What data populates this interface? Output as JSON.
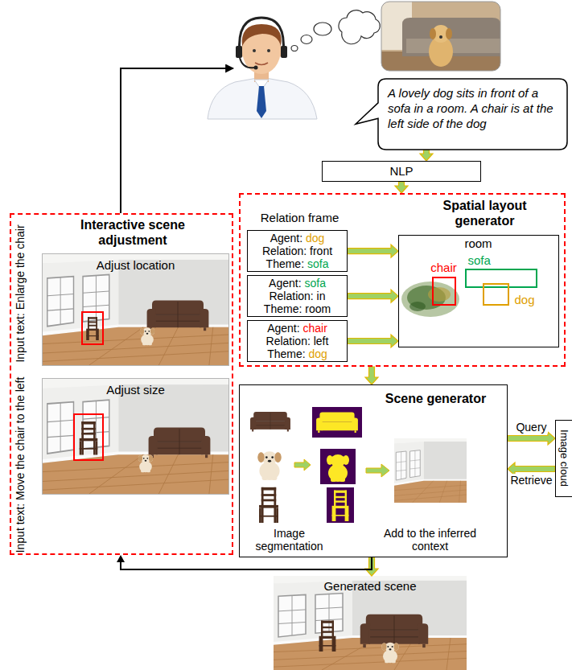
{
  "diagram": {
    "nodes": [
      {
        "text": [
          "A lovely dog sits in front of a sofa in a room. A chair is at the left side of the dog"
        ]
      },
      {
        "text": [
          "NLP"
        ]
      },
      {
        "text": [
          "Interactive scene adjustment"
        ]
      },
      {
        "text": [
          "Adjust location"
        ],
        "in": 2
      },
      {
        "text": [
          "Adjust size"
        ],
        "in": 2
      },
      {
        "text": [
          "Relation frame",
          "Spatial layout generator"
        ]
      },
      {
        "text": [
          "Agent:",
          "dog",
          "Relation: front",
          "Theme:",
          "sofa"
        ],
        "in": 5
      },
      {
        "text": [
          "Agent:",
          "sofa",
          "Relation: in",
          "Theme:",
          "room"
        ],
        "in": 5
      },
      {
        "text": [
          "Agent:",
          "chair",
          "Relation: left",
          "Theme:",
          "dog"
        ],
        "in": 5
      },
      {
        "text": [
          "room"
        ],
        "in": 5
      },
      {
        "text": [
          "chair"
        ],
        "in": 9
      },
      {
        "text": [
          "sofa"
        ],
        "in": 9
      },
      {
        "text": [
          "dog"
        ],
        "in": 9
      },
      {
        "text": [
          "Scene generator",
          "Image segmentation",
          "Add to the inferred context"
        ]
      },
      {
        "text": [
          "Image cloud"
        ]
      },
      {
        "text": [
          "Generated scene"
        ]
      }
    ],
    "edges": [
      {
        "from": 0,
        "to": 1,
        "arrow": "to"
      },
      {
        "from": 1,
        "to": 5,
        "arrow": "to"
      },
      {
        "from": 6,
        "to": 9,
        "arrow": "to"
      },
      {
        "from": 7,
        "to": 9,
        "arrow": "to"
      },
      {
        "from": 8,
        "to": 9,
        "arrow": "to"
      },
      {
        "from": 5,
        "to": 13,
        "arrow": "to"
      },
      {
        "from": 13,
        "to": 14,
        "label": "Query",
        "arrow": "to"
      },
      {
        "from": 14,
        "to": 13,
        "label": "Retrieve",
        "arrow": "to"
      },
      {
        "from": 13,
        "to": 15,
        "arrow": "to"
      },
      {
        "from": 13,
        "to": 2,
        "arrow": "to"
      }
    ],
    "labels": [
      "Input text: Enlarge the chair",
      "Input text: Move the chair to the left"
    ]
  }
}
